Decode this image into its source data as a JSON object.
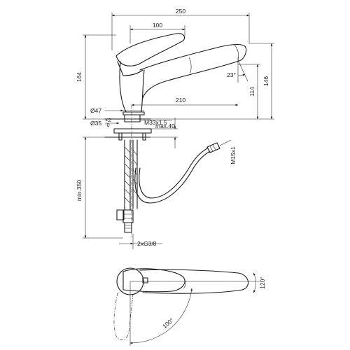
{
  "dimensions": {
    "overall_length": "250",
    "handle_length": "100",
    "height_total": "164",
    "spout_height_full": "146",
    "spout_height": "114",
    "spout_angle": "23°",
    "spout_reach": "210",
    "base_diameter": "Ø47",
    "hole_diameter": "Ø35",
    "hole_tolerance_plus": "+2",
    "hole_tolerance_minus": "-0",
    "thread": "M33x1.5",
    "max_thickness": "max.40",
    "hose_length": "min.350",
    "hose_connector": "M15x1",
    "connections": "2xG3/8",
    "spout_rotation": "120°",
    "handle_rotation": "100°"
  }
}
